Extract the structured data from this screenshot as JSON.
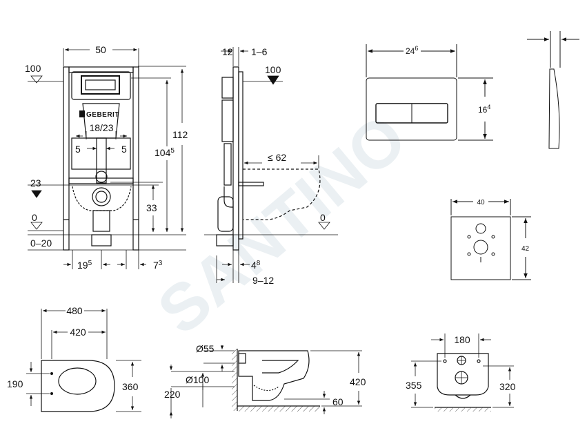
{
  "watermark": "SANTINO",
  "frame_front": {
    "width": "50",
    "top_ref": "100",
    "height_total": "112",
    "height_inner_main": "104",
    "height_inner_sup": "5",
    "brand": "GEBERIT",
    "flush_dim": "18/23",
    "offset_left": "5",
    "offset_right": "5",
    "drain_level": "23",
    "outlet_height": "33",
    "floor": "0",
    "floor_range": "0–20",
    "bottom_left_main": "19",
    "bottom_left_sup": "5",
    "bottom_right_main": "7",
    "bottom_right_sup": "3"
  },
  "frame_side": {
    "top_a": "12",
    "top_b": "1–6",
    "level": "100",
    "projection": "≤ 62",
    "floor": "0",
    "depth_a_main": "4",
    "depth_a_sup": "8",
    "depth_b": "9–12"
  },
  "flush_plate": {
    "width_main": "24",
    "width_sup": "6",
    "height_main": "16",
    "height_sup": "4"
  },
  "mounting_plate": {
    "width": "40",
    "height": "42"
  },
  "bowl_top": {
    "length": "480",
    "inner_length": "420",
    "width": "360",
    "hole_spacing": "190"
  },
  "bowl_side": {
    "outlet_dia": "Ø55",
    "inlet_dia": "Ø100",
    "mount_height": "220",
    "height": "420",
    "rim": "60"
  },
  "bowl_back": {
    "spacing": "180",
    "height_a": "355",
    "height_b": "320"
  },
  "colors": {
    "line": "#111111",
    "watermark": "#e6edf1"
  }
}
